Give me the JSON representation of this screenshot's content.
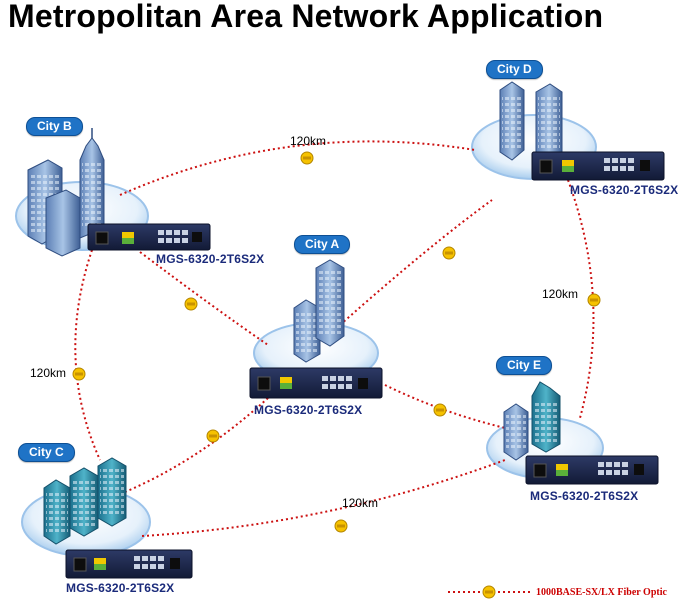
{
  "title": "Metropolitan Area Network Application",
  "cities": [
    {
      "id": "A",
      "label": "City A",
      "device": "MGS-6320-2T6S2X"
    },
    {
      "id": "B",
      "label": "City B",
      "device": "MGS-6320-2T6S2X"
    },
    {
      "id": "C",
      "label": "City C",
      "device": "MGS-6320-2T6S2X"
    },
    {
      "id": "D",
      "label": "City D",
      "device": "MGS-6320-2T6S2X"
    },
    {
      "id": "E",
      "label": "City E",
      "device": "MGS-6320-2T6S2X"
    }
  ],
  "distances": {
    "b_d": "120km",
    "b_c": "120km",
    "d_e": "120km",
    "c_e": "120km"
  },
  "legend": {
    "label": "1000BASE-SX/LX Fiber Optic"
  },
  "colors": {
    "link": "#cc1111",
    "city_pill": "#1f73c6",
    "device_label": "#1a2a7a",
    "fiber_connector": "#f6c200"
  }
}
